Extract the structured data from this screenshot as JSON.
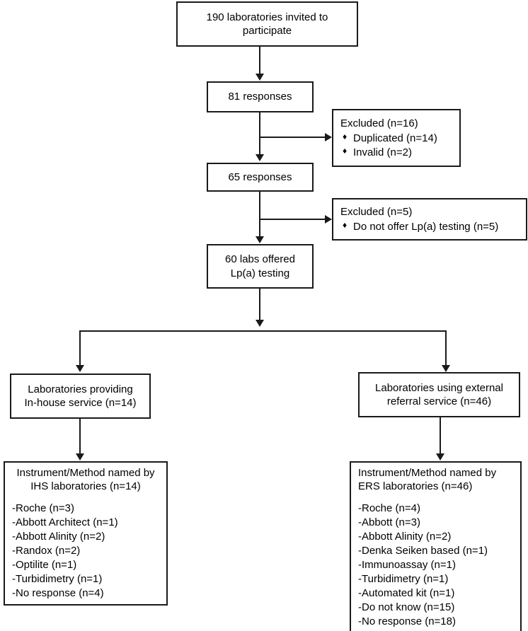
{
  "diagram": {
    "type": "flowchart",
    "title": "Laboratory survey participation flow",
    "nodes": {
      "invited": {
        "line1": "190 laboratories invited to",
        "line2": "participate"
      },
      "responses_81": {
        "label": "81 responses"
      },
      "excluded_16": {
        "heading": "Excluded (n=16)",
        "items": [
          "Duplicated (n=14)",
          "Invalid (n=2)"
        ],
        "bullet_glyph": "♦"
      },
      "responses_65": {
        "label": "65 responses"
      },
      "excluded_5": {
        "heading": "Excluded (n=5)",
        "items": [
          "Do not offer Lp(a) testing (n=5)"
        ],
        "bullet_glyph": "♦"
      },
      "labs_offered": {
        "line1": "60 labs offered",
        "line2": "Lp(a) testing"
      },
      "in_house": {
        "line1": "Laboratories providing",
        "line2": "In-house service (n=14)"
      },
      "external_referral": {
        "line1": "Laboratories using external",
        "line2": "referral service (n=46)"
      },
      "ihs_methods": {
        "line1": "Instrument/Method named by",
        "line2": "IHS laboratories (n=14)",
        "items": [
          "-Roche (n=3)",
          "-Abbott Architect (n=1)",
          "-Abbott Alinity (n=2)",
          "-Randox (n=2)",
          "-Optilite (n=1)",
          "-Turbidimetry (n=1)",
          "-No response (n=4)"
        ]
      },
      "ers_methods": {
        "line1": "Instrument/Method named by",
        "line2": "ERS laboratories (n=46)",
        "items": [
          "-Roche (n=4)",
          "-Abbott (n=3)",
          "-Abbott Alinity (n=2)",
          "-Denka Seiken based (n=1)",
          "-Immunoassay (n=1)",
          "-Turbidimetry (n=1)",
          "-Automated kit (n=1)",
          "-Do not know (n=15)",
          "-No response (n=18)"
        ]
      }
    },
    "colors": {
      "stroke": "#1a1a1a",
      "background": "#ffffff",
      "text": "#000000"
    }
  }
}
